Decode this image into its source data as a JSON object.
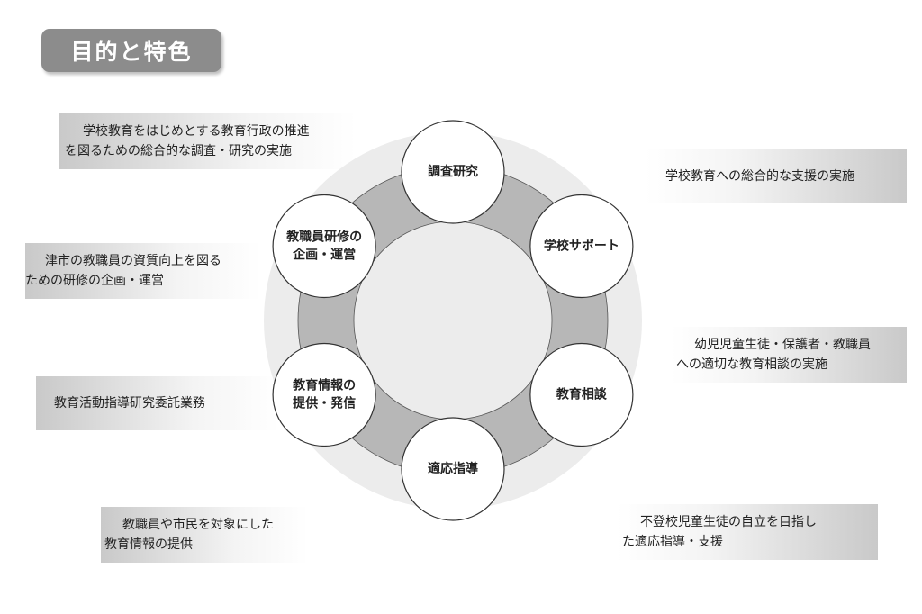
{
  "title": "目的と特色",
  "notes_left": [
    {
      "lines": [
        "学校教育をはじめとする教育行政の推進",
        "を図るための総合的な調査・研究の実施"
      ]
    },
    {
      "lines": [
        "津市の教職員の資質向上を図る",
        "ための研修の企画・運営"
      ]
    },
    {
      "lines": [
        "教育活動指導研究委託業務"
      ]
    },
    {
      "lines": [
        "教職員や市民を対象にした",
        "教育情報の提供"
      ]
    }
  ],
  "notes_right": [
    {
      "lines": [
        "学校教育への総合的な支援の実施"
      ]
    },
    {
      "lines": [
        "幼児児童生徒・保護者・教職員",
        "への適切な教育相談の実施"
      ]
    },
    {
      "lines": [
        "不登校児童生徒の自立を目指し",
        "た適応指導・支援"
      ]
    }
  ],
  "cycle": {
    "nodes": [
      {
        "lines": [
          "調査研究"
        ]
      },
      {
        "lines": [
          "学校サポート"
        ]
      },
      {
        "lines": [
          "教育相談"
        ]
      },
      {
        "lines": [
          "適応指導"
        ]
      },
      {
        "lines": [
          "教育情報の",
          "提供・発信"
        ]
      },
      {
        "lines": [
          "教職員研修の",
          "企画・運営"
        ]
      }
    ]
  },
  "colors": {
    "title_bg": "#8c8c8c",
    "outer_disk": "#ececec",
    "ring": "#b7b7b7",
    "node_fill": "#ffffff",
    "node_stroke": "#333333"
  }
}
